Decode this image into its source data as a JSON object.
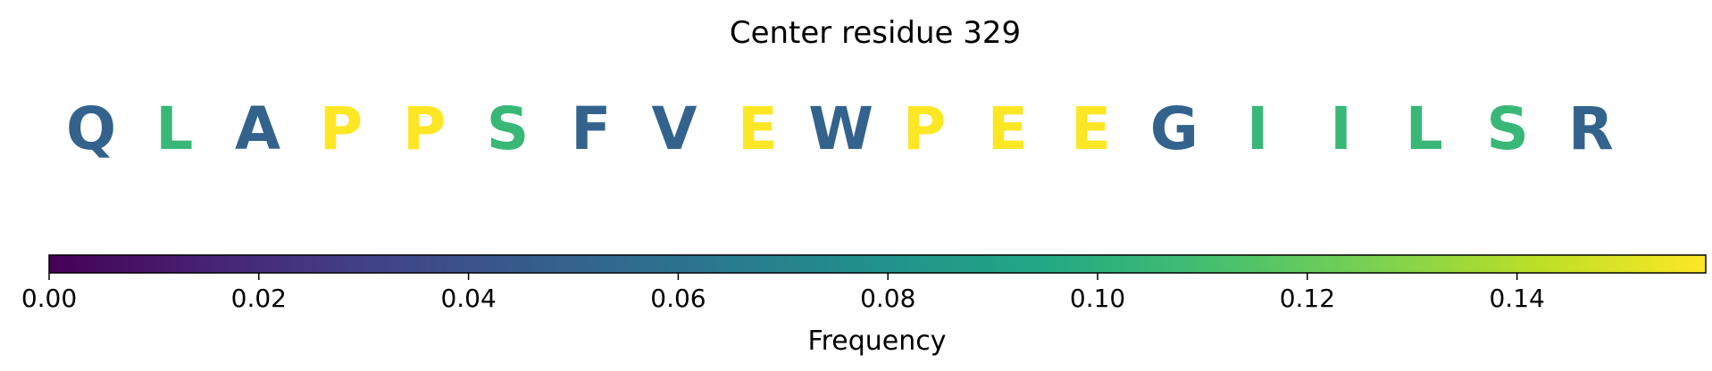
{
  "chart_data": {
    "type": "heatmap",
    "title": "Center residue 329",
    "residues": [
      {
        "letter": "Q",
        "value": 0.05
      },
      {
        "letter": "L",
        "value": 0.105
      },
      {
        "letter": "A",
        "value": 0.05
      },
      {
        "letter": "P",
        "value": 0.158
      },
      {
        "letter": "P",
        "value": 0.158
      },
      {
        "letter": "S",
        "value": 0.105
      },
      {
        "letter": "F",
        "value": 0.05
      },
      {
        "letter": "V",
        "value": 0.05
      },
      {
        "letter": "E",
        "value": 0.158
      },
      {
        "letter": "W",
        "value": 0.05
      },
      {
        "letter": "P",
        "value": 0.158
      },
      {
        "letter": "E",
        "value": 0.158
      },
      {
        "letter": "E",
        "value": 0.158
      },
      {
        "letter": "G",
        "value": 0.05
      },
      {
        "letter": "I",
        "value": 0.105
      },
      {
        "letter": "I",
        "value": 0.105
      },
      {
        "letter": "L",
        "value": 0.105
      },
      {
        "letter": "S",
        "value": 0.105
      },
      {
        "letter": "R",
        "value": 0.05
      }
    ],
    "colorbar": {
      "label": "Frequency",
      "colormap": "viridis",
      "range": [
        0,
        0.158
      ],
      "ticks": [
        0.0,
        0.02,
        0.04,
        0.06,
        0.08,
        0.1,
        0.12,
        0.14
      ],
      "tick_labels": [
        "0.00",
        "0.02",
        "0.04",
        "0.06",
        "0.08",
        "0.10",
        "0.12",
        "0.14"
      ]
    }
  }
}
